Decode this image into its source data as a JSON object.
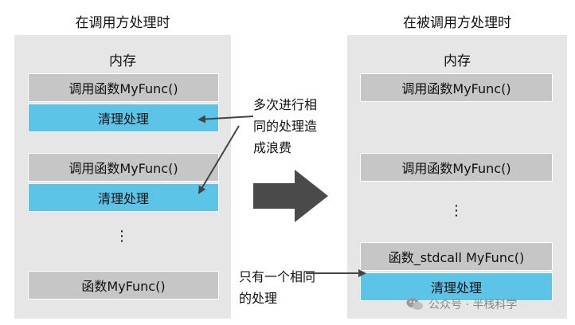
{
  "left_panel": {
    "title": "在调用方处理时",
    "memory_label": "内存",
    "block1": {
      "call": "调用函数MyFunc()",
      "cleanup": "清理处理"
    },
    "block2": {
      "call": "调用函数MyFunc()",
      "cleanup": "清理处理"
    },
    "ellipsis": "⋮",
    "function_box": "函数MyFunc()"
  },
  "right_panel": {
    "title": "在被调用方处理时",
    "memory_label": "内存",
    "call1": "调用函数MyFunc()",
    "call2": "调用函数MyFunc()",
    "ellipsis": "⋮",
    "function_box": "函数_stdcall MyFunc()",
    "cleanup": "清理处理"
  },
  "annotations": {
    "waste_note": [
      "多次进行相",
      "同的处理造",
      "成浪费"
    ],
    "single_note": [
      "只有一个相同",
      "的处理"
    ]
  },
  "watermark": {
    "icon": "wechat-icon",
    "text": "公众号 · 半栈科学"
  },
  "colors": {
    "panel": "#e6e6e6",
    "gray_box": "#c6c6c6",
    "cleanup_box": "#5cc4e6",
    "arrow": "#444444"
  }
}
